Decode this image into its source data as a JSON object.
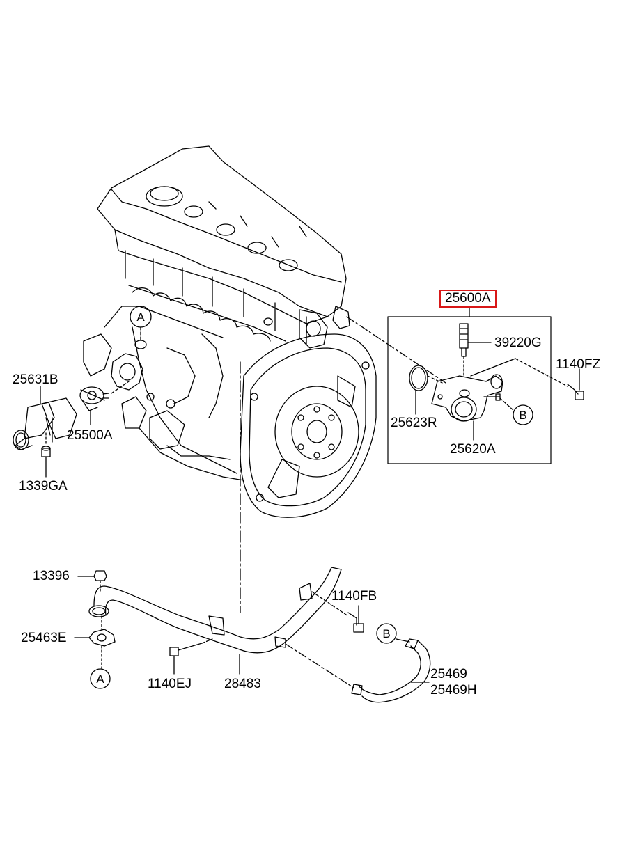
{
  "accent_color": "#d81818",
  "highlighted_part": "25600A",
  "labels": {
    "p25600A": "25600A",
    "p39220G": "39220G",
    "p1140FZ": "1140FZ",
    "p25631B": "25631B",
    "p25500A": "25500A",
    "p1339GA": "1339GA",
    "p25623R": "25623R",
    "p25620A": "25620A",
    "p13396": "13396",
    "p25463E": "25463E",
    "p1140FB": "1140FB",
    "p1140EJ": "1140EJ",
    "p28483": "28483",
    "p25469": "25469",
    "p25469H": "25469H"
  },
  "callouts": {
    "engine_a": "A",
    "housing_b": "B",
    "gasket_a": "A",
    "hose_b": "B"
  }
}
